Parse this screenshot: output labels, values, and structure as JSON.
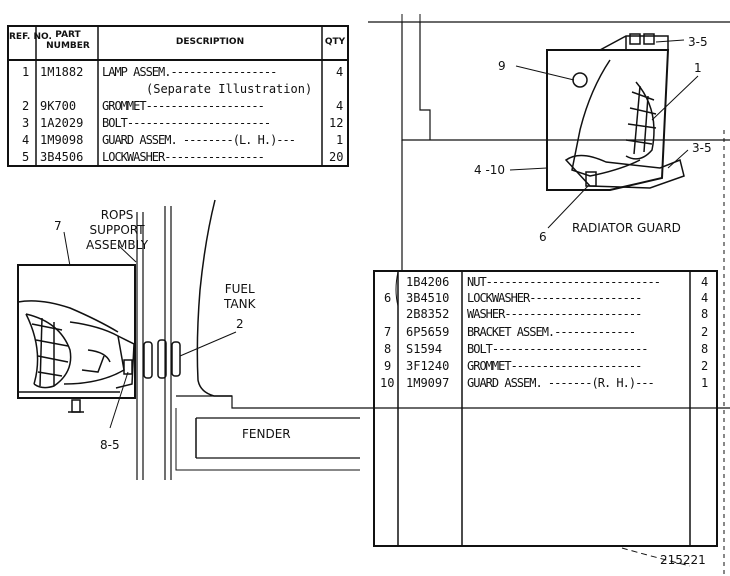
{
  "top_table": {
    "headers": {
      "ref_no": "REF. NO.",
      "part_number": "PART NUMBER",
      "description": "DESCRIPTION",
      "qty": "QTY"
    },
    "rows": [
      {
        "ref": "1",
        "part": "1M1882",
        "desc": "LAMP ASSEM.-----------------",
        "qty": "4"
      },
      {
        "ref": "",
        "part": "",
        "desc": "(Separate Illustration)",
        "qty": ""
      },
      {
        "ref": "2",
        "part": "9K700",
        "desc": "GROMMET-------------------",
        "qty": "4"
      },
      {
        "ref": "3",
        "part": "1A2029",
        "desc": "BOLT-----------------------",
        "qty": "12"
      },
      {
        "ref": "4",
        "part": "1M9098",
        "desc": "GUARD ASSEM. --------(L. H.)---",
        "qty": "1"
      },
      {
        "ref": "5",
        "part": "3B4506",
        "desc": "LOCKWASHER----------------",
        "qty": "20"
      }
    ]
  },
  "bottom_table": {
    "rows": [
      {
        "ref": "",
        "part": "1B4206",
        "desc": "NUT----------------------------",
        "qty": "4"
      },
      {
        "ref": "6",
        "part": "3B4510",
        "desc": "LOCKWASHER------------------",
        "qty": "4"
      },
      {
        "ref": "",
        "part": "2B8352",
        "desc": "WASHER----------------------",
        "qty": "8"
      },
      {
        "ref": "7",
        "part": "6P5659",
        "desc": "BRACKET ASSEM.-------------",
        "qty": "2"
      },
      {
        "ref": "8",
        "part": "S1594",
        "desc": "BOLT-------------------------",
        "qty": "8"
      },
      {
        "ref": "9",
        "part": "3F1240",
        "desc": "GROMMET---------------------",
        "qty": "2"
      },
      {
        "ref": "10",
        "part": "1M9097",
        "desc": "GUARD ASSEM. -------(R. H.)---",
        "qty": "1"
      }
    ]
  },
  "labels": {
    "rops": "ROPS\nSUPPORT\nASSEMBLY",
    "callout_7": "7",
    "fuel_tank": "FUEL\nTANK",
    "callout_2": "2",
    "fender": "FENDER",
    "callout_8_5": "8-5",
    "callout_9": "9",
    "callout_3_5_top": "3-5",
    "callout_1": "1",
    "callout_3_5_right": "3-5",
    "callout_4_10": "4 -10",
    "callout_6": "6",
    "radiator_guard": "RADIATOR GUARD",
    "figure_number": "215221"
  }
}
